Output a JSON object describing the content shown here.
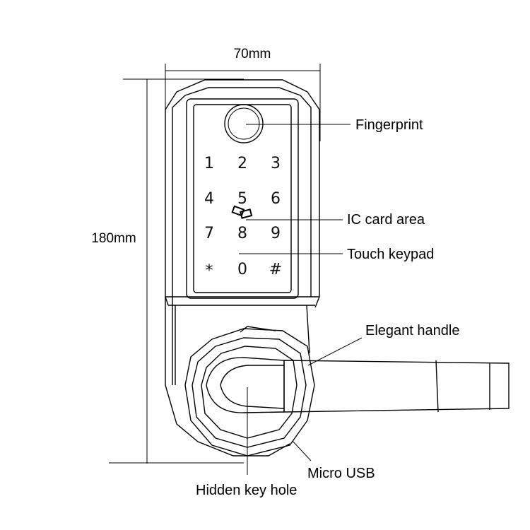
{
  "dimensions": {
    "width": "70mm",
    "height": "180mm"
  },
  "keypad": {
    "keys": [
      "1",
      "2",
      "3",
      "4",
      "5",
      "6",
      "7",
      "8",
      "9",
      "*",
      "0",
      "#"
    ]
  },
  "callouts": {
    "fingerprint": "Fingerprint",
    "ic_card": "IC card area",
    "touch_keypad": "Touch keypad",
    "handle": "Elegant handle",
    "micro_usb": "Micro USB",
    "key_hole": "Hidden key hole"
  }
}
